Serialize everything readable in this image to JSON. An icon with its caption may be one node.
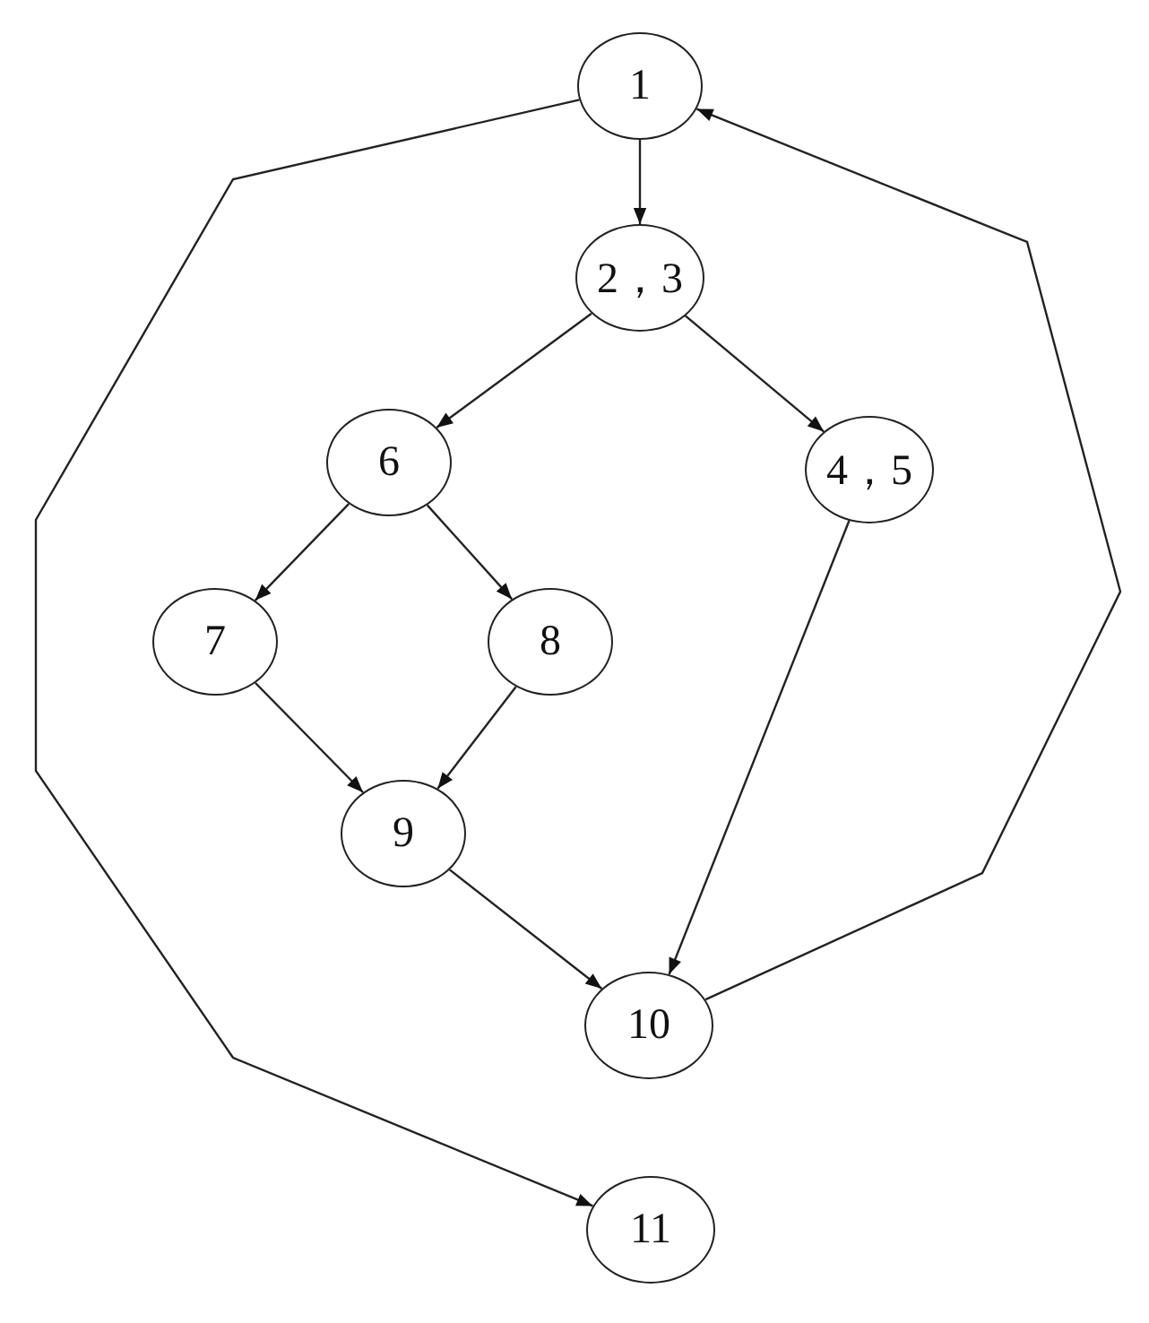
{
  "diagram": {
    "nodes": [
      {
        "text": [
          "1"
        ]
      },
      {
        "text": [
          "2，3"
        ]
      },
      {
        "text": [
          "6"
        ]
      },
      {
        "text": [
          "4，5"
        ]
      },
      {
        "text": [
          "7"
        ]
      },
      {
        "text": [
          "8"
        ]
      },
      {
        "text": [
          "9"
        ]
      },
      {
        "text": [
          "10"
        ]
      },
      {
        "text": [
          "11"
        ]
      }
    ],
    "edges": [
      {
        "from": 0,
        "to": 1,
        "arrow": "to"
      },
      {
        "from": 1,
        "to": 2,
        "arrow": "to"
      },
      {
        "from": 1,
        "to": 3,
        "arrow": "to"
      },
      {
        "from": 2,
        "to": 4,
        "arrow": "to"
      },
      {
        "from": 2,
        "to": 5,
        "arrow": "to"
      },
      {
        "from": 4,
        "to": 6,
        "arrow": "to"
      },
      {
        "from": 5,
        "to": 6,
        "arrow": "to"
      },
      {
        "from": 6,
        "to": 7,
        "arrow": "to"
      },
      {
        "from": 3,
        "to": 7,
        "arrow": "to"
      },
      {
        "from": 7,
        "to": 0,
        "arrow": "to"
      },
      {
        "from": 0,
        "to": 8,
        "arrow": "to"
      }
    ]
  }
}
